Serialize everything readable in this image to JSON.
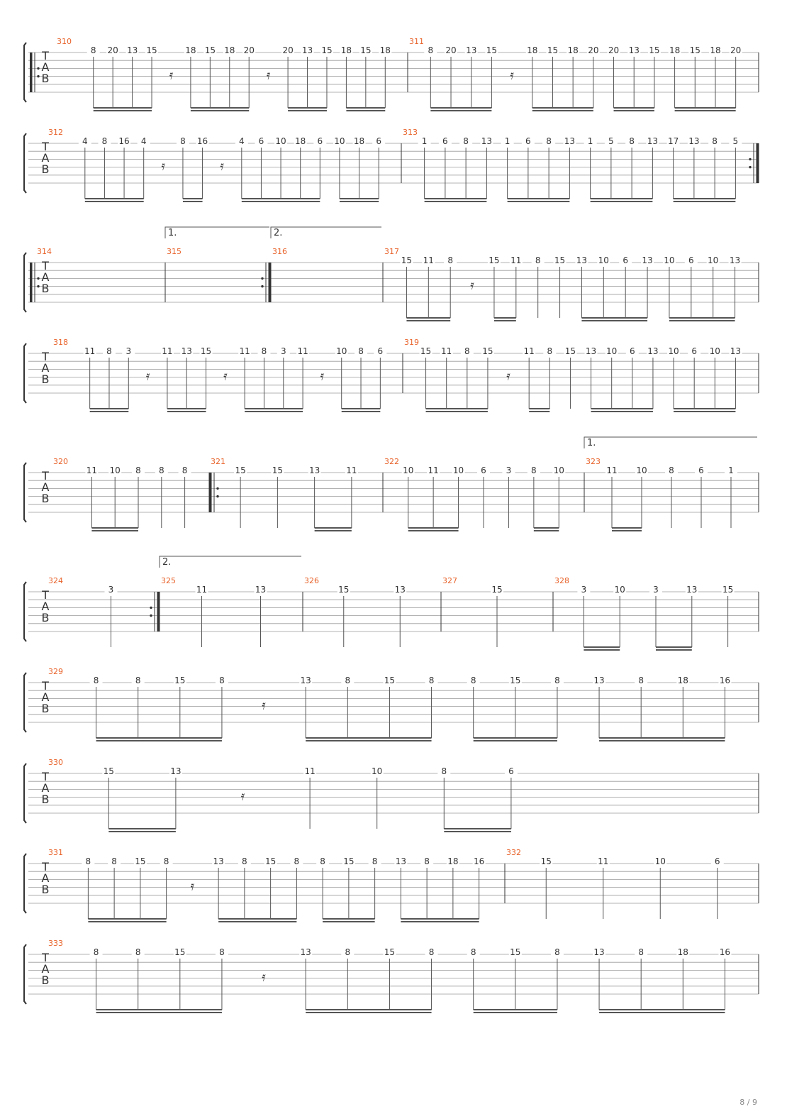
{
  "page": {
    "number": "8 / 9"
  },
  "clef": [
    "T",
    "A",
    "B"
  ],
  "colors": {
    "ink": "#333333",
    "staffLine": "#9a9a9a",
    "measureNumber": "#e8632b",
    "stem": "#555555"
  },
  "rows": [
    {
      "measures": [
        {
          "number": "310",
          "repeatStart": true,
          "frets": [
            "8",
            "20",
            "13",
            "15",
            "18",
            "15",
            "18",
            "20",
            "20",
            "13",
            "15",
            "18",
            "15",
            "18"
          ],
          "beams": [
            [
              0,
              3
            ],
            [
              4,
              7
            ],
            [
              8,
              10
            ],
            [
              11,
              13
            ]
          ],
          "rests": 2
        },
        {
          "number": "311",
          "frets": [
            "8",
            "20",
            "13",
            "15",
            "18",
            "15",
            "18",
            "20",
            "20",
            "13",
            "15",
            "18",
            "15",
            "18",
            "20"
          ],
          "beams": [
            [
              0,
              3
            ],
            [
              4,
              7
            ],
            [
              8,
              10
            ],
            [
              11,
              14
            ]
          ],
          "rests": 1
        }
      ]
    },
    {
      "measures": [
        {
          "number": "312",
          "frets": [
            "4",
            "8",
            "16",
            "4",
            "8",
            "16",
            "4",
            "6",
            "10",
            "18",
            "6",
            "10",
            "18",
            "6"
          ],
          "beams": [
            [
              0,
              3
            ],
            [
              4,
              5
            ],
            [
              6,
              10
            ],
            [
              11,
              13
            ]
          ],
          "rests": 2
        },
        {
          "number": "313",
          "repeatEnd": true,
          "frets": [
            "1",
            "6",
            "8",
            "13",
            "1",
            "6",
            "8",
            "13",
            "1",
            "5",
            "8",
            "13",
            "17",
            "13",
            "8",
            "5"
          ],
          "beams": [
            [
              0,
              3
            ],
            [
              4,
              7
            ],
            [
              8,
              11
            ],
            [
              12,
              15
            ]
          ],
          "rests": 0
        }
      ]
    },
    {
      "volta": [
        {
          "label": "1.",
          "measure": 1
        },
        {
          "label": "2.",
          "measure": 2
        }
      ],
      "measures": [
        {
          "number": "314",
          "repeatStart": true,
          "frets": [],
          "beams": [],
          "rests": 0
        },
        {
          "number": "315",
          "repeatEnd": true,
          "frets": [],
          "beams": [],
          "rests": 0
        },
        {
          "number": "316",
          "frets": [],
          "beams": [],
          "rests": 0
        },
        {
          "number": "317",
          "frets": [
            "15",
            "11",
            "8",
            "15",
            "11",
            "8",
            "15",
            "13",
            "10",
            "6",
            "13",
            "10",
            "6",
            "10",
            "13"
          ],
          "beams": [
            [
              0,
              2
            ],
            [
              3,
              4
            ],
            [
              7,
              10
            ],
            [
              11,
              14
            ]
          ],
          "rests": 1
        }
      ]
    },
    {
      "measures": [
        {
          "number": "318",
          "frets": [
            "11",
            "8",
            "3",
            "11",
            "13",
            "15",
            "11",
            "8",
            "3",
            "11",
            "10",
            "8",
            "6"
          ],
          "beams": [
            [
              0,
              2
            ],
            [
              3,
              5
            ],
            [
              6,
              9
            ],
            [
              10,
              12
            ]
          ],
          "rests": 3
        },
        {
          "number": "319",
          "frets": [
            "15",
            "11",
            "8",
            "15",
            "11",
            "8",
            "15",
            "13",
            "10",
            "6",
            "13",
            "10",
            "6",
            "10",
            "13"
          ],
          "beams": [
            [
              0,
              3
            ],
            [
              4,
              5
            ],
            [
              7,
              10
            ],
            [
              11,
              14
            ]
          ],
          "rests": 1
        }
      ]
    },
    {
      "volta": [
        {
          "label": "1.",
          "measure": 3
        }
      ],
      "measures": [
        {
          "number": "320",
          "frets": [
            "11",
            "10",
            "8",
            "8",
            "8"
          ],
          "beams": [
            [
              0,
              2
            ]
          ],
          "rests": 0
        },
        {
          "number": "321",
          "repeatStart": true,
          "frets": [
            "15",
            "15",
            "13",
            "11"
          ],
          "beams": [
            [
              2,
              3
            ]
          ],
          "rests": 0
        },
        {
          "number": "322",
          "frets": [
            "10",
            "11",
            "10",
            "6",
            "3",
            "8",
            "10"
          ],
          "beams": [
            [
              0,
              2
            ],
            [
              5,
              6
            ]
          ],
          "rests": 0
        },
        {
          "number": "323",
          "frets": [
            "11",
            "10",
            "8",
            "6",
            "1"
          ],
          "beams": [
            [
              0,
              1
            ]
          ],
          "rests": 0
        }
      ]
    },
    {
      "volta": [
        {
          "label": "2.",
          "measure": 1
        }
      ],
      "measures": [
        {
          "number": "324",
          "repeatEnd": true,
          "frets": [
            "3"
          ],
          "beams": [],
          "rests": 0
        },
        {
          "number": "325",
          "frets": [
            "11",
            "13"
          ],
          "beams": [],
          "rests": 0
        },
        {
          "number": "326",
          "frets": [
            "15",
            "13"
          ],
          "beams": [],
          "rests": 0
        },
        {
          "number": "327",
          "frets": [
            "15"
          ],
          "beams": [],
          "rests": 0
        },
        {
          "number": "328",
          "frets": [
            "3",
            "10",
            "3",
            "13",
            "15"
          ],
          "beams": [
            [
              0,
              1
            ],
            [
              2,
              3
            ]
          ],
          "rests": 0
        }
      ]
    },
    {
      "measures": [
        {
          "number": "329",
          "frets": [
            "8",
            "8",
            "15",
            "8",
            "13",
            "8",
            "15",
            "8",
            "8",
            "15",
            "8",
            "13",
            "8",
            "18",
            "16"
          ],
          "beams": [
            [
              0,
              3
            ],
            [
              4,
              7
            ],
            [
              8,
              10
            ],
            [
              11,
              14
            ]
          ],
          "rests": 1
        }
      ]
    },
    {
      "measures": [
        {
          "number": "330",
          "frets": [
            "15",
            "13",
            "11",
            "10",
            "8",
            "6"
          ],
          "beams": [
            [
              0,
              1
            ],
            [
              4,
              5
            ]
          ],
          "rests": 9
        }
      ]
    },
    {
      "measures": [
        {
          "number": "331",
          "frets": [
            "8",
            "8",
            "15",
            "8",
            "13",
            "8",
            "15",
            "8",
            "8",
            "15",
            "8",
            "13",
            "8",
            "18",
            "16"
          ],
          "beams": [
            [
              0,
              3
            ],
            [
              4,
              7
            ],
            [
              8,
              10
            ],
            [
              11,
              14
            ]
          ],
          "rests": 1
        },
        {
          "number": "332",
          "frets": [
            "15",
            "11",
            "10",
            "6"
          ],
          "beams": [],
          "rests": 0
        }
      ]
    },
    {
      "measures": [
        {
          "number": "333",
          "frets": [
            "8",
            "8",
            "15",
            "8",
            "13",
            "8",
            "15",
            "8",
            "8",
            "15",
            "8",
            "13",
            "8",
            "18",
            "16"
          ],
          "beams": [
            [
              0,
              3
            ],
            [
              4,
              7
            ],
            [
              8,
              10
            ],
            [
              11,
              14
            ]
          ],
          "rests": 1
        }
      ]
    }
  ]
}
